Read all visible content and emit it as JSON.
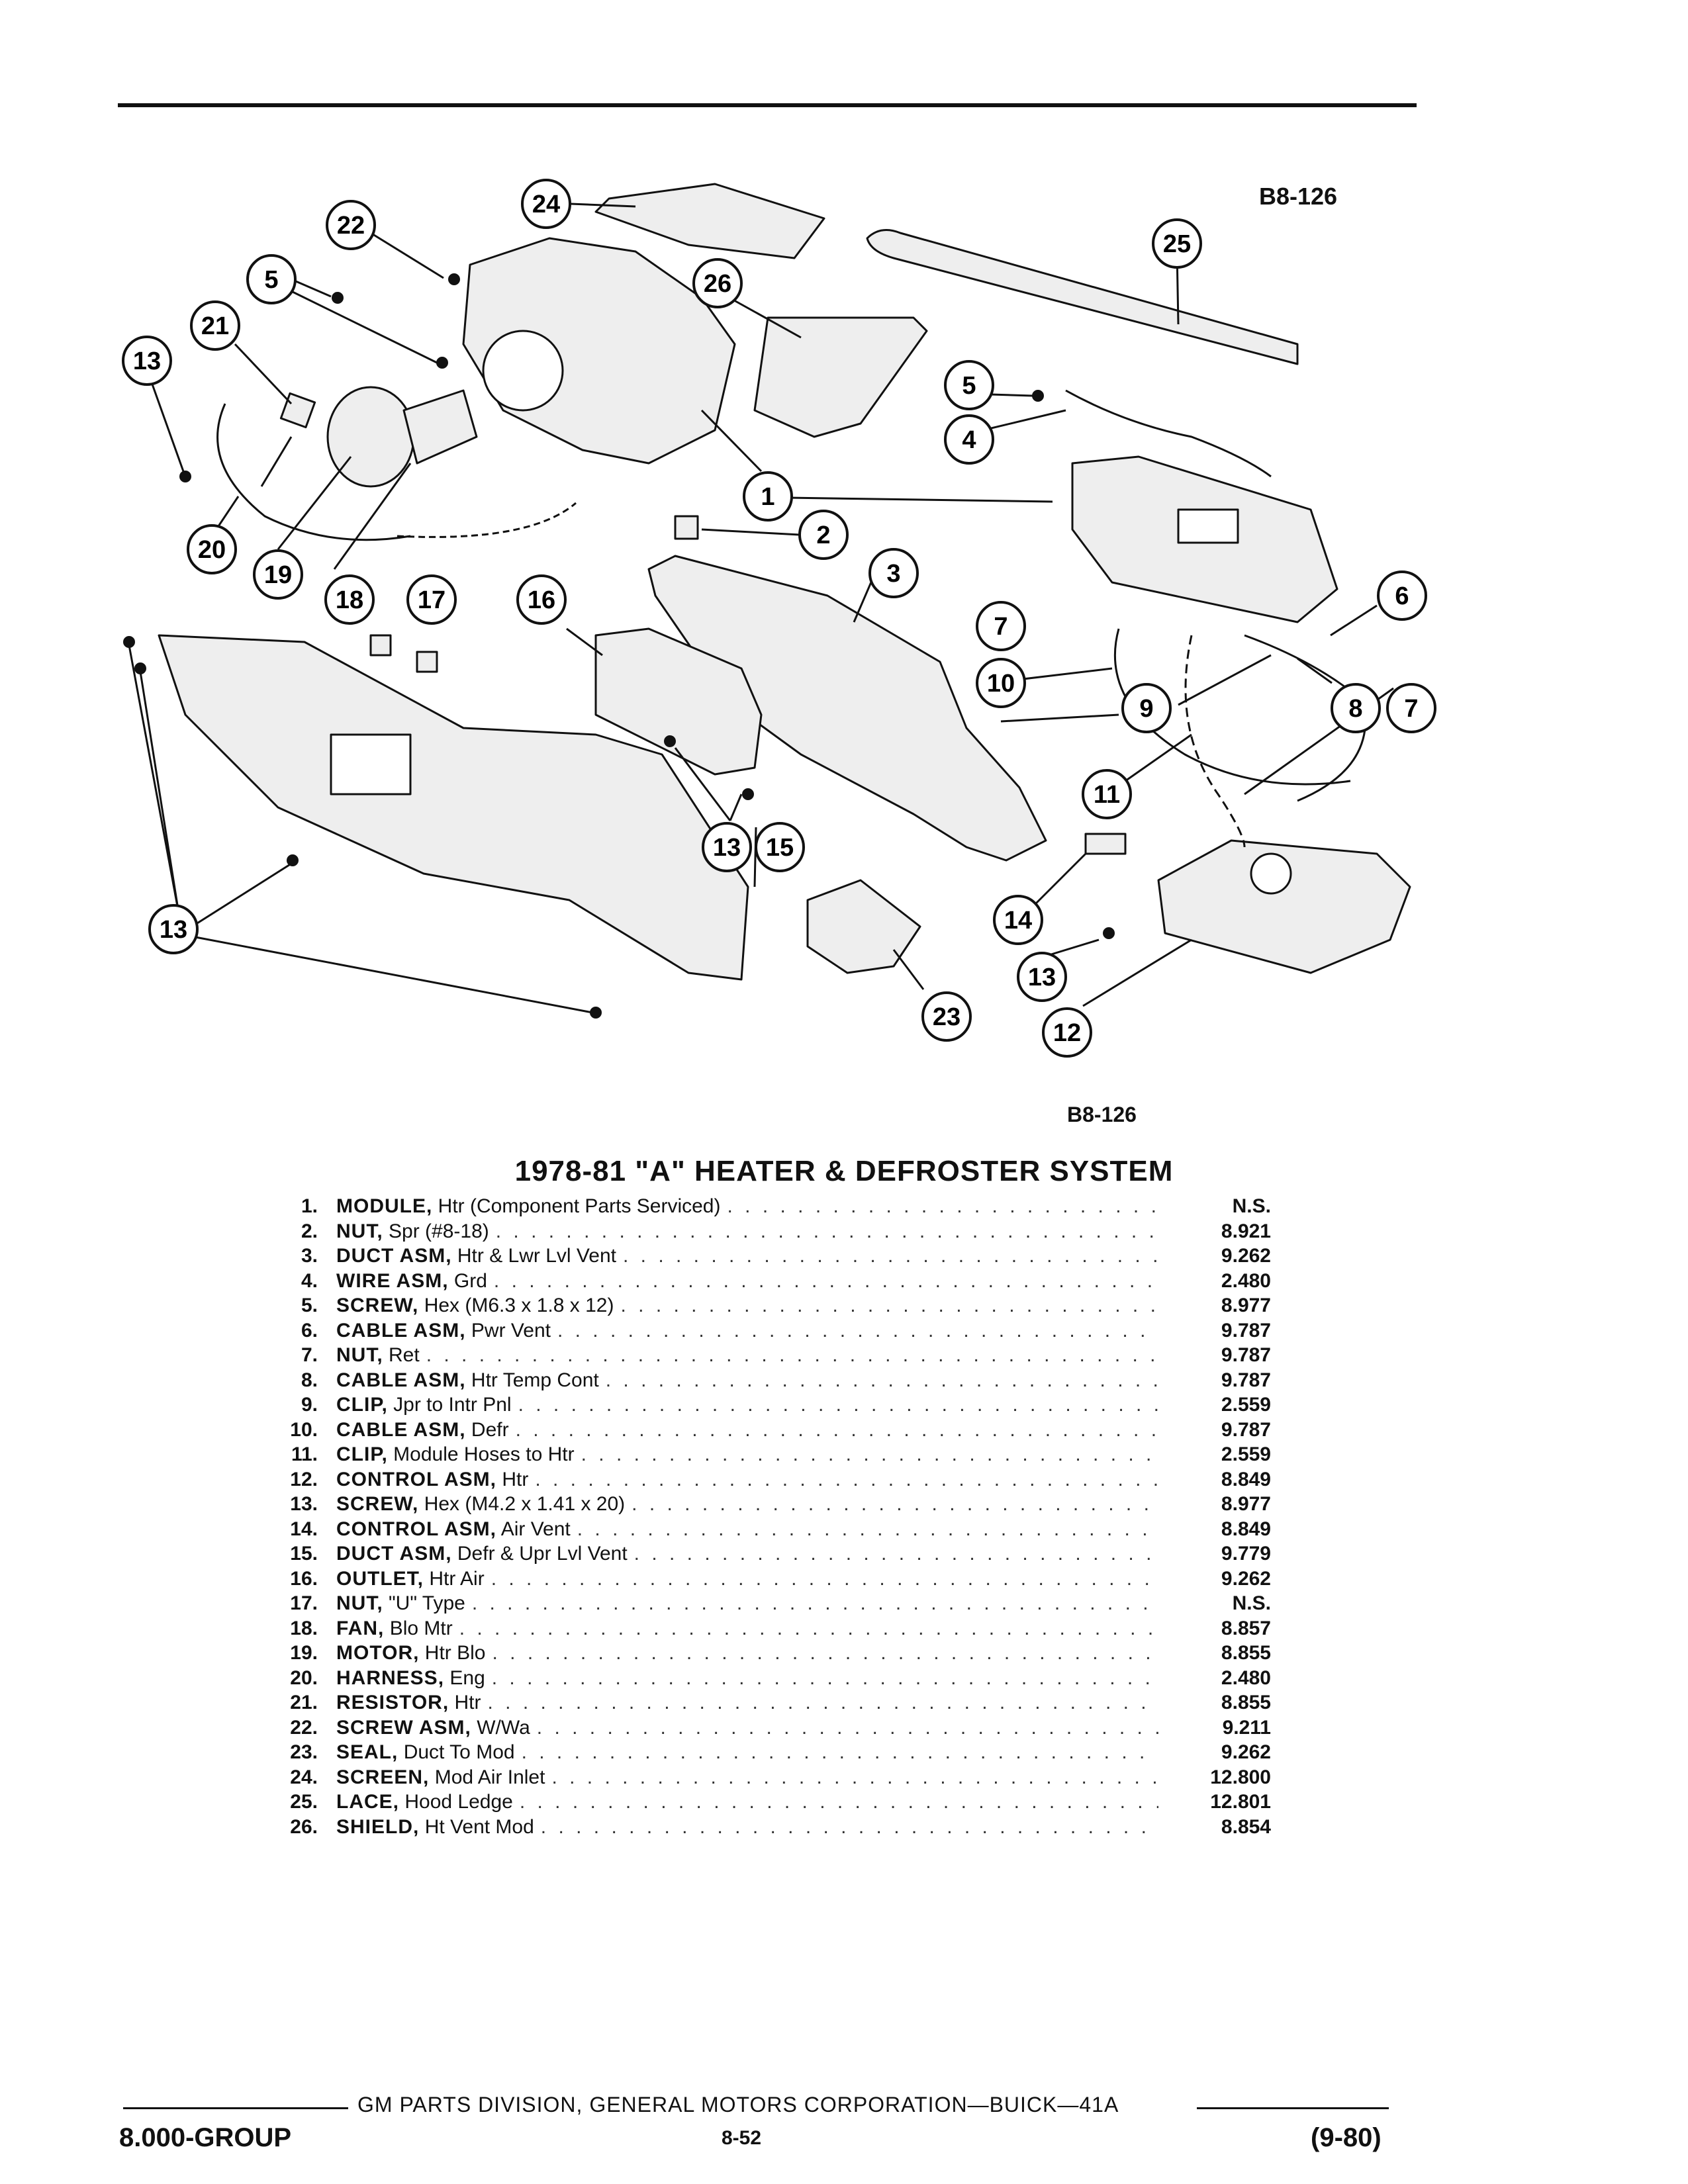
{
  "figure_code": "B8-126",
  "title": "1978-81 \"A\" HEATER & DEFROSTER SYSTEM",
  "callouts": [
    "1",
    "2",
    "3",
    "4",
    "5",
    "6",
    "7",
    "8",
    "9",
    "10",
    "11",
    "12",
    "13",
    "14",
    "15",
    "16",
    "17",
    "18",
    "19",
    "20",
    "21",
    "22",
    "23",
    "24",
    "25",
    "26"
  ],
  "parts": [
    {
      "num": "1.",
      "name": "MODULE,",
      "desc": "Htr (Component Parts Serviced)",
      "group": "N.S."
    },
    {
      "num": "2.",
      "name": "NUT,",
      "desc": "Spr (#8-18)",
      "group": "8.921"
    },
    {
      "num": "3.",
      "name": "DUCT ASM,",
      "desc": "Htr & Lwr Lvl Vent",
      "group": "9.262"
    },
    {
      "num": "4.",
      "name": "WIRE ASM,",
      "desc": "Grd",
      "group": "2.480"
    },
    {
      "num": "5.",
      "name": "SCREW,",
      "desc": "Hex (M6.3 x 1.8 x 12)",
      "group": "8.977"
    },
    {
      "num": "6.",
      "name": "CABLE ASM,",
      "desc": "Pwr Vent",
      "group": "9.787"
    },
    {
      "num": "7.",
      "name": "NUT,",
      "desc": "Ret",
      "group": "9.787"
    },
    {
      "num": "8.",
      "name": "CABLE ASM,",
      "desc": "Htr Temp Cont",
      "group": "9.787"
    },
    {
      "num": "9.",
      "name": "CLIP,",
      "desc": "Jpr to Intr Pnl",
      "group": "2.559"
    },
    {
      "num": "10.",
      "name": "CABLE ASM,",
      "desc": "Defr",
      "group": "9.787"
    },
    {
      "num": "11.",
      "name": "CLIP,",
      "desc": "Module Hoses to Htr",
      "group": "2.559"
    },
    {
      "num": "12.",
      "name": "CONTROL ASM,",
      "desc": "Htr",
      "group": "8.849"
    },
    {
      "num": "13.",
      "name": "SCREW,",
      "desc": "Hex (M4.2 x 1.41 x 20)",
      "group": "8.977"
    },
    {
      "num": "14.",
      "name": "CONTROL ASM,",
      "desc": "Air Vent",
      "group": "8.849"
    },
    {
      "num": "15.",
      "name": "DUCT ASM,",
      "desc": "Defr & Upr Lvl Vent",
      "group": "9.779"
    },
    {
      "num": "16.",
      "name": "OUTLET,",
      "desc": "Htr Air",
      "group": "9.262"
    },
    {
      "num": "17.",
      "name": "NUT,",
      "desc": "\"U\" Type",
      "group": "N.S."
    },
    {
      "num": "18.",
      "name": "FAN,",
      "desc": "Blo Mtr",
      "group": "8.857"
    },
    {
      "num": "19.",
      "name": "MOTOR,",
      "desc": "Htr Blo",
      "group": "8.855"
    },
    {
      "num": "20.",
      "name": "HARNESS,",
      "desc": "Eng",
      "group": "2.480"
    },
    {
      "num": "21.",
      "name": "RESISTOR,",
      "desc": "Htr",
      "group": "8.855"
    },
    {
      "num": "22.",
      "name": "SCREW ASM,",
      "desc": "W/Wa",
      "group": "9.211"
    },
    {
      "num": "23.",
      "name": "SEAL,",
      "desc": "Duct To Mod",
      "group": "9.262"
    },
    {
      "num": "24.",
      "name": "SCREEN,",
      "desc": "Mod Air Inlet",
      "group": "12.800"
    },
    {
      "num": "25.",
      "name": "LACE,",
      "desc": "Hood Ledge",
      "group": "12.801"
    },
    {
      "num": "26.",
      "name": "SHIELD,",
      "desc": "Ht Vent Mod",
      "group": "8.854"
    }
  ],
  "footer": {
    "text": "GM PARTS DIVISION, GENERAL MOTORS CORPORATION—BUICK—41A",
    "group": "8.000-GROUP",
    "page": "8-52",
    "date": "(9-80)"
  }
}
